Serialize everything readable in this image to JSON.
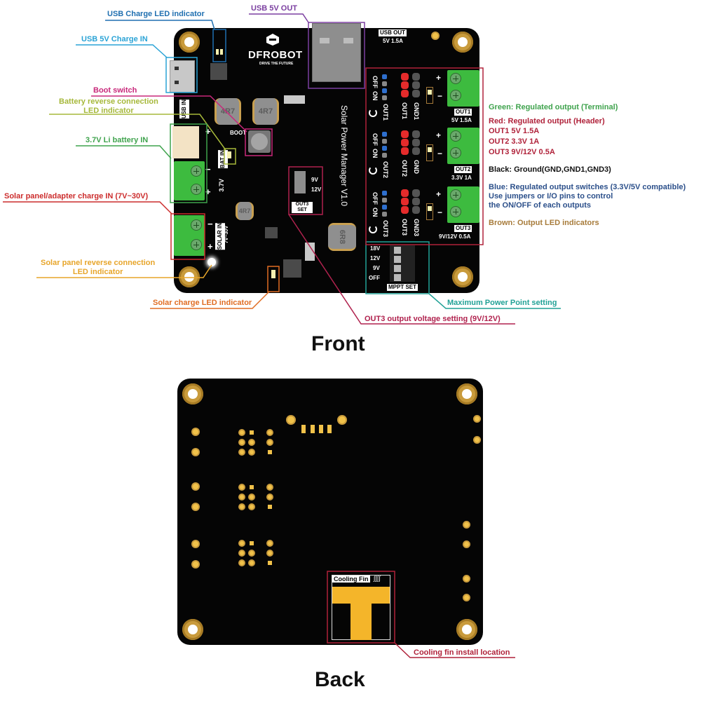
{
  "front": {
    "title": "Front",
    "board_text": {
      "brand": "DFROBOT",
      "tagline": "DRIVE THE FUTURE",
      "product": "Solar Power Manager V1.0",
      "usb_out_title": "USB OUT",
      "usb_out_rating": "5V 1.5A",
      "usb_in": "USB IN",
      "boot": "BOOT",
      "bat_in": "BAT IN",
      "bat_voltage": "3.7V",
      "solar_in": "SOLAR IN",
      "solar_range": "7V~30V",
      "inductor_a": "4R7",
      "inductor_b": "4R7",
      "inductor_c": "4R7",
      "inductor_d": "6R8",
      "out3_set": "OUT3 SET",
      "out3_opt_9v": "9V",
      "out3_opt_12v": "12V",
      "mppt_set": "MPPT SET",
      "mppt_options": [
        "18V",
        "12V",
        "9V",
        "OFF"
      ],
      "outputs": [
        {
          "switch_off": "OFF",
          "switch_on": "ON",
          "switch_label": "OUT1",
          "header_label": "OUT1",
          "gnd_label": "GND1",
          "terminal_label": "OUT1",
          "rating": "5V 1.5A"
        },
        {
          "switch_off": "OFF",
          "switch_on": "ON",
          "switch_label": "OUT2",
          "header_label": "OUT2",
          "gnd_label": "GND",
          "terminal_label": "OUT2",
          "rating": "3.3V 1A"
        },
        {
          "switch_off": "OFF",
          "switch_on": "ON",
          "switch_label": "OUT3",
          "header_label": "OUT3",
          "gnd_label": "GND3",
          "terminal_label": "OUT3",
          "rating": "9V/12V 0.5A"
        }
      ],
      "plus": "+",
      "minus": "−"
    },
    "callouts": {
      "usb_charge_led": {
        "text": "USB Charge LED indicator",
        "color": "#1f6fb0"
      },
      "usb_5v_charge_in": {
        "text": "USB 5V Charge IN",
        "color": "#2aa3d6"
      },
      "boot_switch": {
        "text": "Boot switch",
        "color": "#c8287a"
      },
      "battery_reverse_led": {
        "text": "Battery reverse connection\nLED indicator",
        "color": "#a6b83a"
      },
      "li_battery_in": {
        "text": "3.7V Li battery IN",
        "color": "#3fa34d"
      },
      "solar_in": {
        "text": "Solar panel/adapter charge IN  (7V~30V)",
        "color": "#cc2d2d"
      },
      "solar_reverse_led": {
        "text": "Solar panel reverse connection\nLED indicator",
        "color": "#e7a52a"
      },
      "solar_charge_led": {
        "text": "Solar charge LED indicator",
        "color": "#e06d23"
      },
      "out3_voltage_setting": {
        "text": "OUT3 output voltage setting  (9V/12V)",
        "color": "#b0224e"
      },
      "mppt": {
        "text": "Maximum Power Point setting",
        "color": "#21a196"
      },
      "usb_5v_out": {
        "text": "USB 5V OUT",
        "color": "#7b3fa0"
      }
    },
    "legend": {
      "green": {
        "text": "Green:  Regulated output (Terminal)",
        "color": "#3fa34d"
      },
      "red_title": {
        "text": "Red:  Regulated output  (Header)",
        "color": "#b0223a"
      },
      "red_lines": [
        "OUT1 5V 1.5A",
        "OUT2 3.3V 1A",
        "OUT3 9V/12V 0.5A"
      ],
      "black": {
        "text": "Black:  Ground(GND,GND1,GND3)",
        "color": "#111111"
      },
      "blue_lines": [
        "Blue:  Regulated output switches  (3.3V/5V compatible)",
        "Use jumpers or I/O pins to control",
        "the ON/OFF of each outputs"
      ],
      "blue_color": "#2b4f8a",
      "brown": {
        "text": "Brown:  Output LED indicators",
        "color": "#a77b3a"
      }
    }
  },
  "back": {
    "title": "Back",
    "cooling_fin_label": "Cooling Fin",
    "callout": {
      "text": "Cooling fin install location",
      "color": "#b0223a"
    }
  },
  "colors": {
    "board": "#050505",
    "gold": "#c99b3c",
    "terminal_green": "#3dbb3f",
    "header_red": "#e52b2b",
    "switch_blue": "#2e6fce",
    "fin_yellow": "#f4b52a"
  }
}
